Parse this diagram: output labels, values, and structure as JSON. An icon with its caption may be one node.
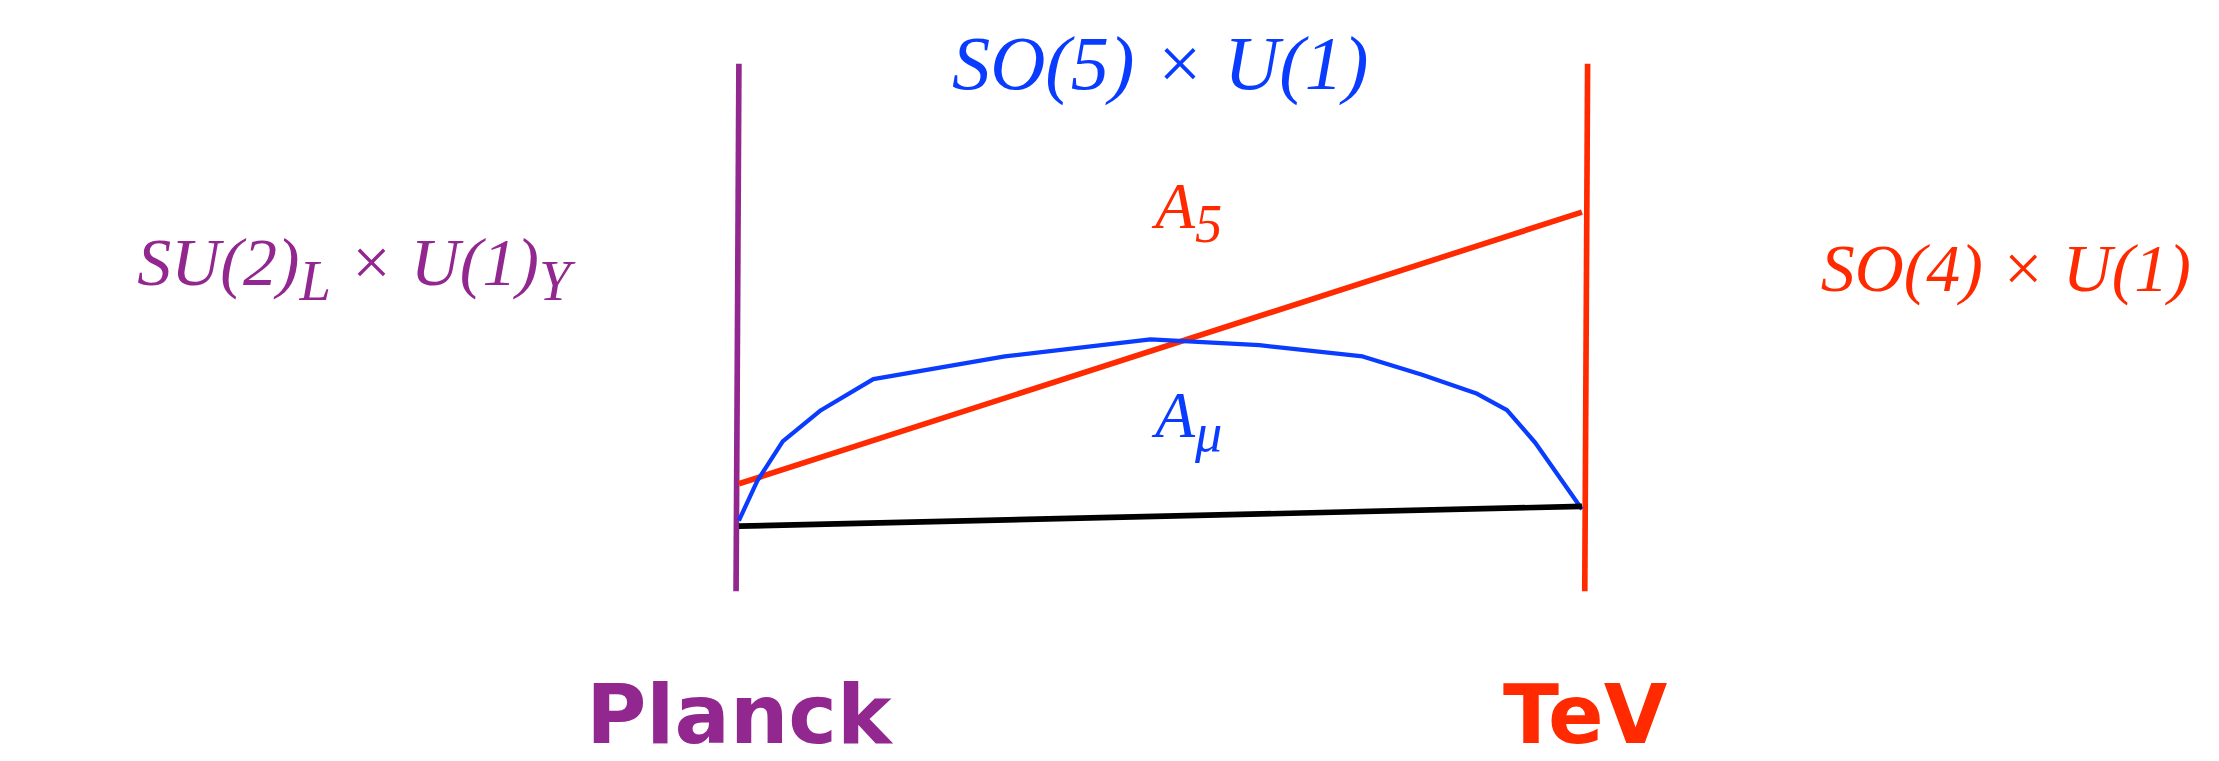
{
  "diagram": {
    "labels": [
      "SO(5) × U(1)",
      "SU(2)$_{L}$ × U(1)$_{Y}$",
      "A$_{5}$",
      "SO(4) × U(1)",
      "A$_{μ}$",
      "Planck",
      "TeV"
    ]
  }
}
